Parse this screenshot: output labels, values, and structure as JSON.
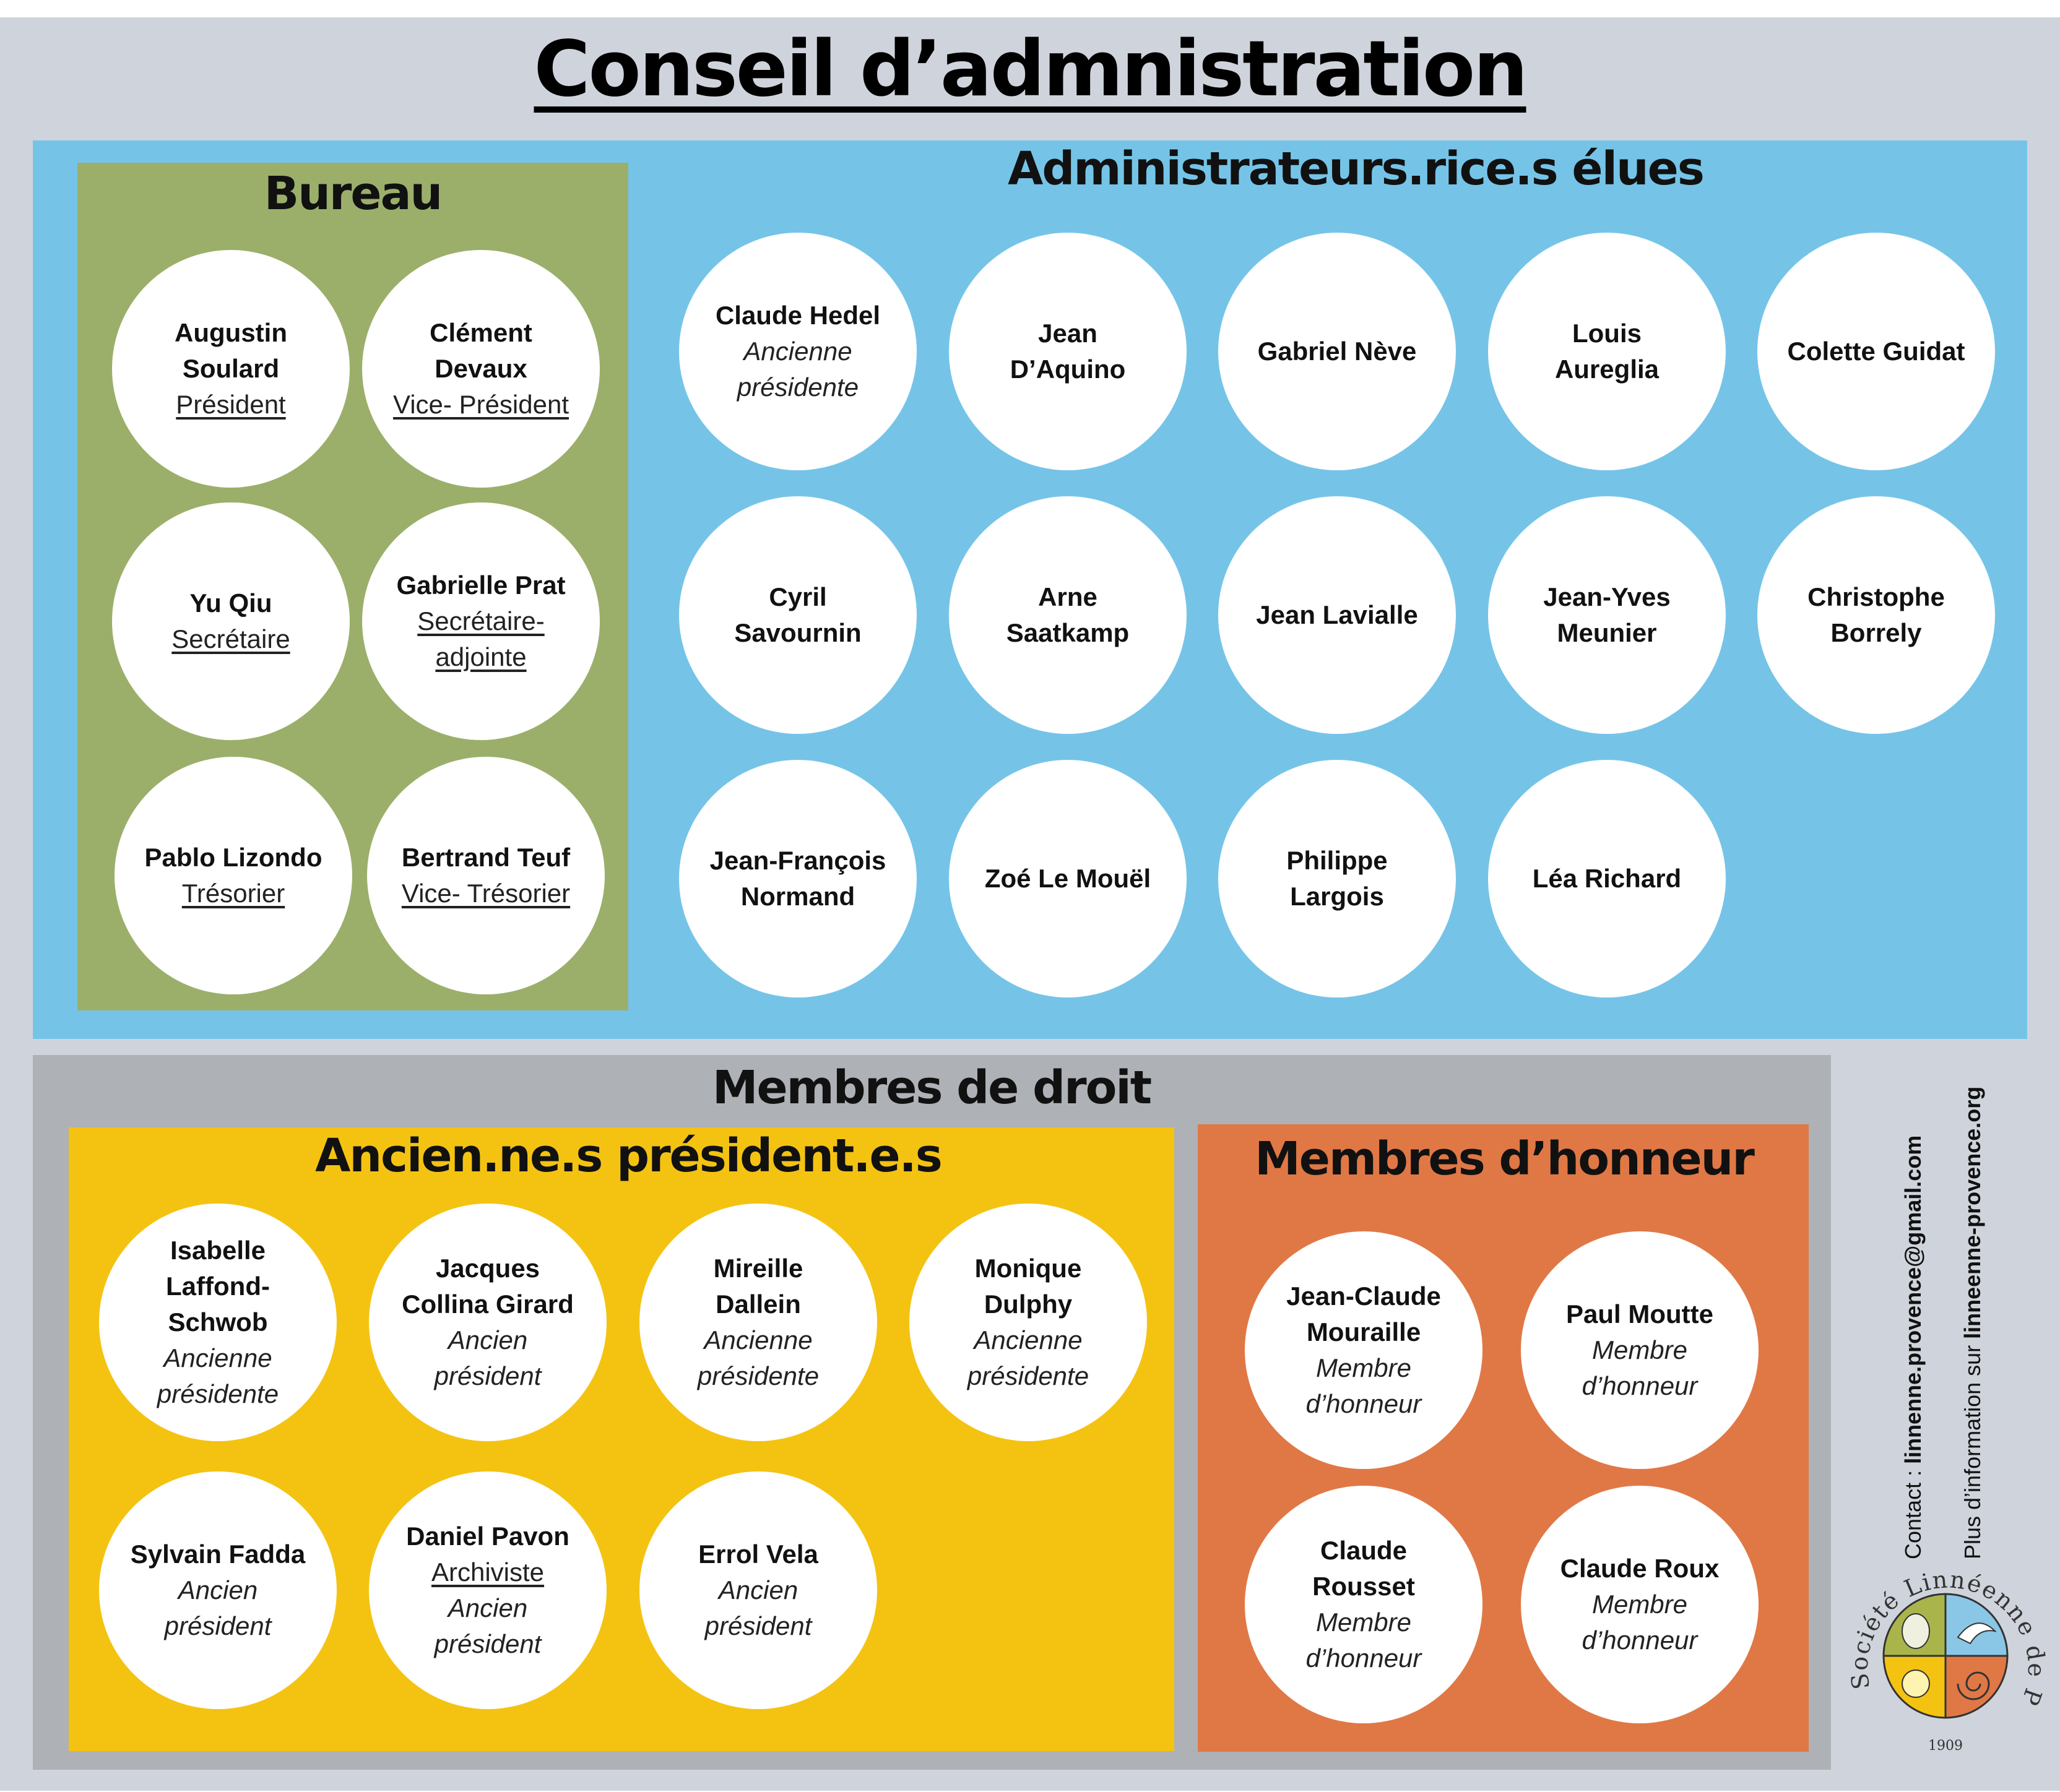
{
  "title": "Conseil d’admnistration",
  "bureau": {
    "title": "Bureau",
    "members": [
      {
        "name": "Augustin Soulard",
        "lines": [
          "Augustin",
          "Soulard"
        ],
        "role": "Président"
      },
      {
        "name": "Clément Devaux",
        "lines": [
          "Clément",
          "Devaux"
        ],
        "role": "Vice- Président"
      },
      {
        "name": "Yu Qiu",
        "lines": [
          "Yu Qiu"
        ],
        "role": "Secrétaire"
      },
      {
        "name": "Gabrielle Prat",
        "lines": [
          "Gabrielle Prat"
        ],
        "role_lines": [
          "Secrétaire-",
          "adjointe"
        ]
      },
      {
        "name": "Pablo Lizondo",
        "lines": [
          "Pablo Lizondo"
        ],
        "role": "Trésorier"
      },
      {
        "name": "Bertrand Teuf",
        "lines": [
          "Bertrand Teuf"
        ],
        "role": "Vice- Trésorier"
      }
    ]
  },
  "elus": {
    "title": "Administrateurs.rice.s élues",
    "members": [
      {
        "lines": [
          "Claude Hedel"
        ],
        "role_lines": [
          "Ancienne",
          "présidente"
        ]
      },
      {
        "lines": [
          "Jean",
          "D’Aquino"
        ]
      },
      {
        "lines": [
          "Gabriel Nève"
        ]
      },
      {
        "lines": [
          "Louis",
          "Aureglia"
        ]
      },
      {
        "lines": [
          "Colette Guidat"
        ]
      },
      {
        "lines": [
          "Cyril",
          "Savournin"
        ]
      },
      {
        "lines": [
          "Arne",
          "Saatkamp"
        ]
      },
      {
        "lines": [
          "Jean Lavialle"
        ]
      },
      {
        "lines": [
          "Jean-Yves",
          "Meunier"
        ]
      },
      {
        "lines": [
          "Christophe",
          "Borrely"
        ]
      },
      {
        "lines": [
          "Jean-François",
          "Normand"
        ]
      },
      {
        "lines": [
          "Zoé Le Mouël"
        ]
      },
      {
        "lines": [
          "Philippe",
          "Largois"
        ]
      },
      {
        "lines": [
          "Léa Richard"
        ]
      }
    ]
  },
  "membres_de_droit": {
    "title": "Membres de droit",
    "anciens": {
      "title": "Ancien.ne.s président.e.s",
      "members": [
        {
          "lines": [
            "Isabelle",
            "Laffond-",
            "Schwob"
          ],
          "role_lines": [
            "Ancienne",
            "présidente"
          ]
        },
        {
          "lines": [
            "Jacques",
            "Collina Girard"
          ],
          "role_lines": [
            "Ancien",
            "président"
          ]
        },
        {
          "lines": [
            "Mireille",
            "Dallein"
          ],
          "role_lines": [
            "Ancienne",
            "présidente"
          ]
        },
        {
          "lines": [
            "Monique",
            "Dulphy"
          ],
          "role_lines": [
            "Ancienne",
            "présidente"
          ]
        },
        {
          "lines": [
            "Sylvain Fadda"
          ],
          "role_lines": [
            "Ancien",
            "président"
          ]
        },
        {
          "lines": [
            "Daniel Pavon"
          ],
          "extra": "Archiviste",
          "role_lines": [
            "Ancien",
            "président"
          ]
        },
        {
          "lines": [
            "Errol Vela"
          ],
          "role_lines": [
            "Ancien",
            "président"
          ]
        }
      ]
    },
    "honneur": {
      "title": "Membres d’honneur",
      "members": [
        {
          "lines": [
            "Jean-Claude",
            "Mouraille"
          ],
          "role_lines": [
            "Membre",
            "d’honneur"
          ]
        },
        {
          "lines": [
            "Paul Moutte"
          ],
          "role_lines": [
            "Membre",
            "d’honneur"
          ]
        },
        {
          "lines": [
            "Claude",
            "Rousset"
          ],
          "role_lines": [
            "Membre",
            "d’honneur"
          ]
        },
        {
          "lines": [
            "Claude Roux"
          ],
          "role_lines": [
            "Membre",
            "d’honneur"
          ]
        }
      ]
    }
  },
  "contact": {
    "label": "Contact : ",
    "email": "linnenne.provence@gmail.com",
    "info_label": "Plus d’information sur ",
    "website": "linneenne-provence.org"
  },
  "logo": {
    "text": "Société Linnéenne de Provence",
    "year": "1909"
  },
  "colors": {
    "background": "#cfd4dc",
    "elus": "#75c4e8",
    "bureau": "#9baf6a",
    "membres_de_droit": "#aeb1b6",
    "anciens": "#f4c312",
    "honneur": "#e07846"
  }
}
